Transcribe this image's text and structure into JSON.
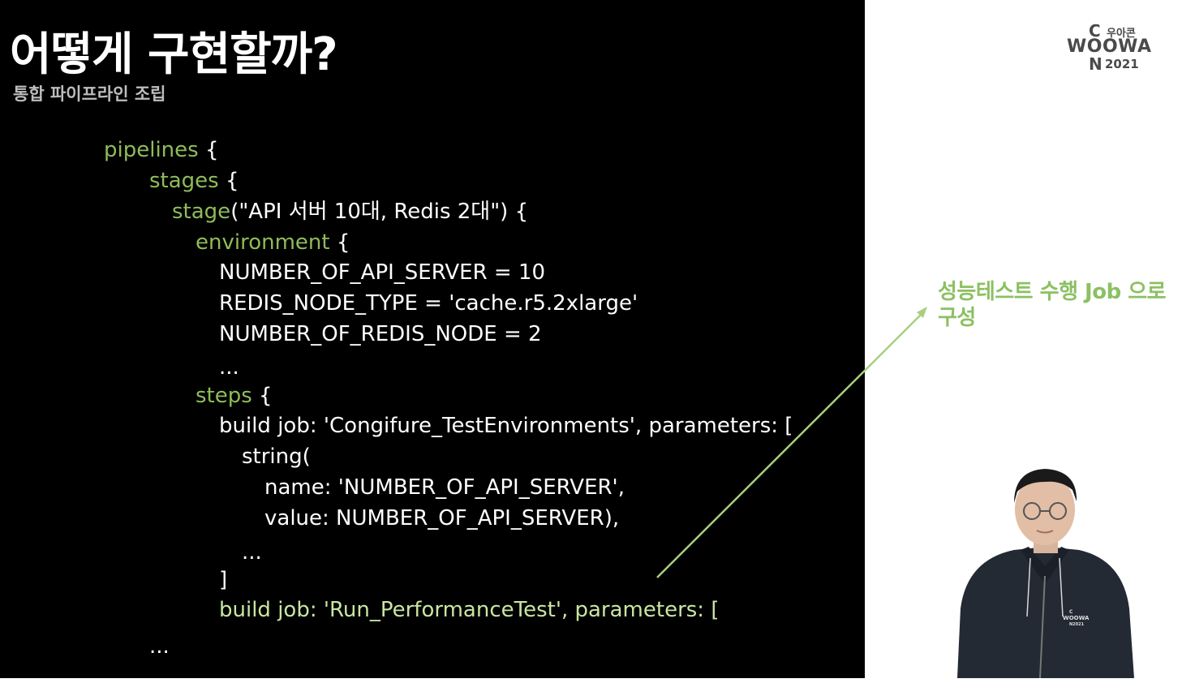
{
  "slide": {
    "title": "어떻게 구현할까?",
    "subtitle": "통합 파이프라인 조립"
  },
  "code_lines": [
    {
      "parts": [
        {
          "t": "pipelines",
          "c": "kw"
        },
        {
          "t": " {"
        }
      ]
    },
    {
      "parts": [
        {
          "t": "stages",
          "c": "kw"
        },
        {
          "t": " {"
        }
      ]
    },
    {
      "parts": [
        {
          "t": "stage",
          "c": "kw"
        },
        {
          "t": "(\"API 서버 10대, Redis 2대\") {"
        }
      ]
    },
    {
      "parts": [
        {
          "t": "environment",
          "c": "kw"
        },
        {
          "t": " {"
        }
      ]
    },
    {
      "parts": [
        {
          "t": "NUMBER_OF_API_SERVER = 10"
        }
      ]
    },
    {
      "parts": [
        {
          "t": "REDIS_NODE_TYPE = 'cache.r5.2xlarge'"
        }
      ]
    },
    {
      "parts": [
        {
          "t": "NUMBER_OF_REDIS_NODE = 2"
        }
      ]
    },
    {
      "parts": [
        {
          "t": "..."
        }
      ]
    },
    {
      "parts": [
        {
          "t": "steps",
          "c": "kw"
        },
        {
          "t": " {"
        }
      ]
    },
    {
      "parts": [
        {
          "t": "build job: 'Congifure_TestEnvironments', parameters: ["
        }
      ]
    },
    {
      "parts": [
        {
          "t": "string("
        }
      ]
    },
    {
      "parts": [
        {
          "t": "name: 'NUMBER_OF_API_SERVER',"
        }
      ]
    },
    {
      "parts": [
        {
          "t": "value: NUMBER_OF_API_SERVER),"
        }
      ]
    },
    {
      "parts": [
        {
          "t": "..."
        }
      ]
    },
    {
      "parts": [
        {
          "t": "]"
        }
      ]
    },
    {
      "parts": [
        {
          "t": "build job: 'Run_PerformanceTest', parameters: [",
          "c": "hl"
        }
      ]
    },
    {
      "parts": [
        {
          "t": "..."
        }
      ]
    }
  ],
  "note": {
    "text": "성능테스트 수행 Job 으로 구성"
  },
  "logo": {
    "line1_letter": "C",
    "line1_text": "우아콘",
    "line2": "WOOWA",
    "line3_letter": "N",
    "line3_text": "2021"
  },
  "presenter": {
    "shirt_logo_line1": "C",
    "shirt_logo_line2": "WOOWA",
    "shirt_logo_line3": "N2021"
  },
  "colors": {
    "keyword": "#8fbc5a",
    "highlight": "#c9e6a1",
    "note": "#8cc063",
    "arrow": "#a9cf80"
  }
}
